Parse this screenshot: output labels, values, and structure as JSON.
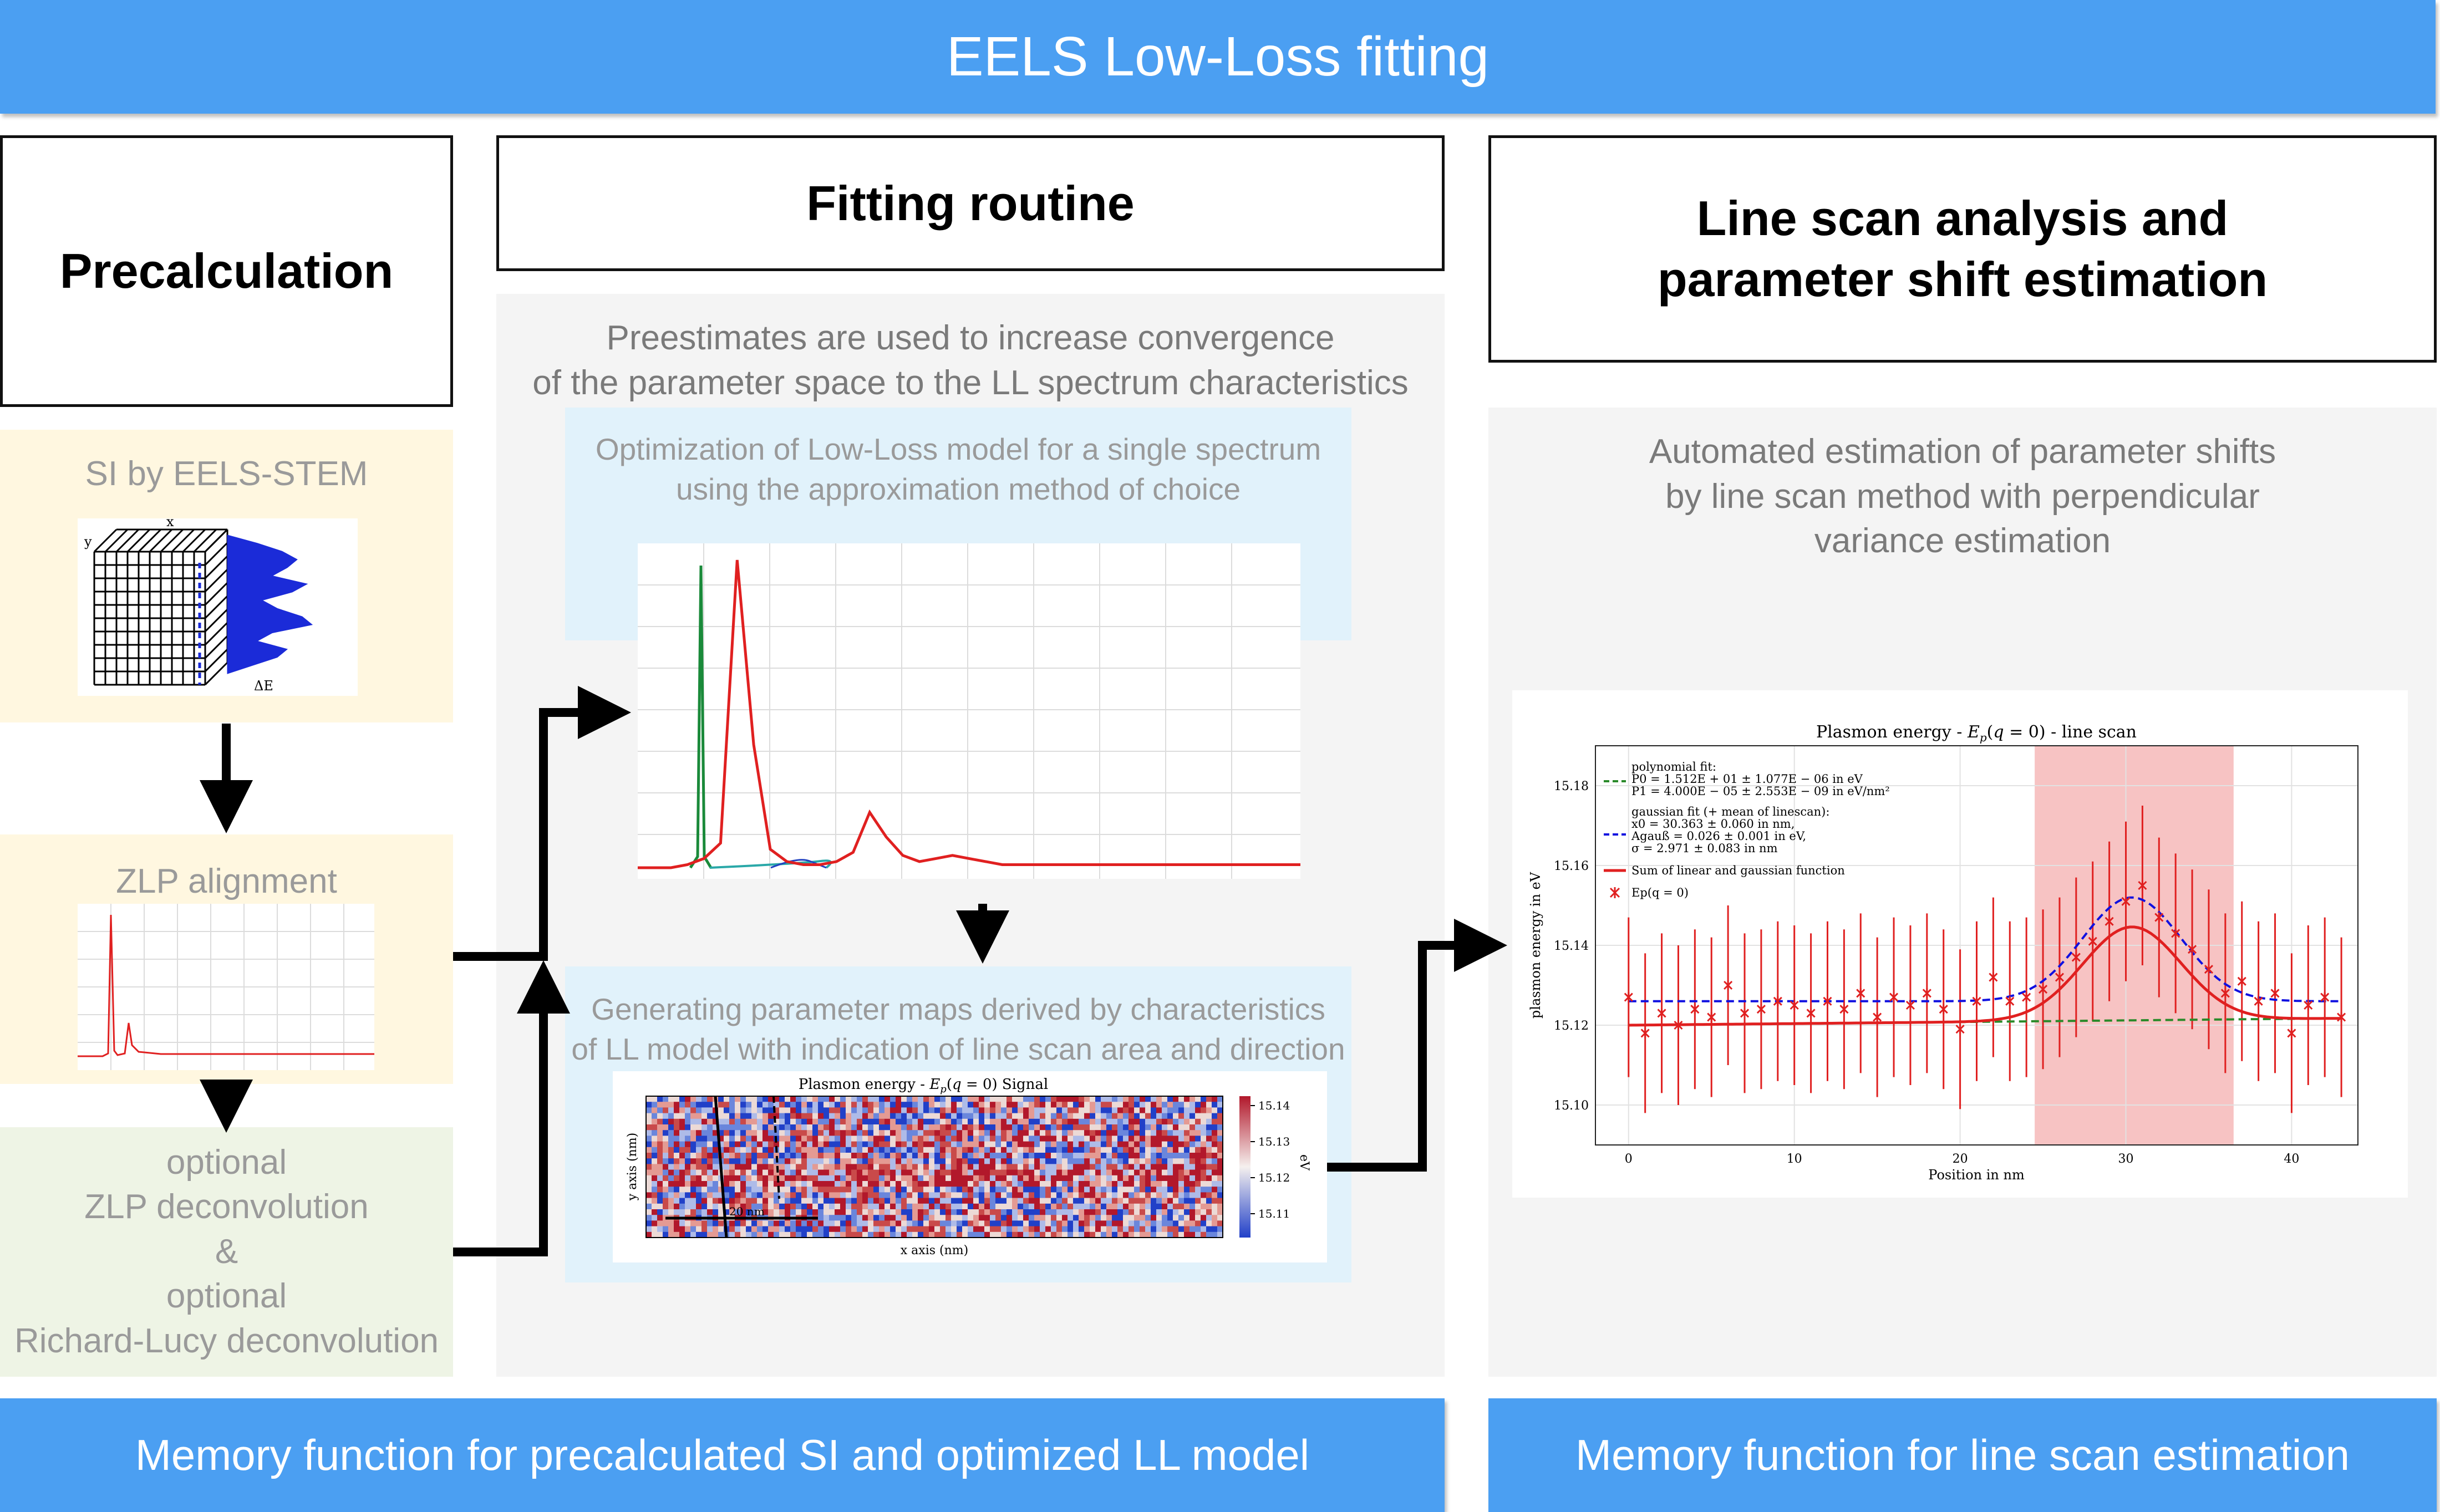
{
  "title": "EELS Low-Loss fitting",
  "columns": {
    "precalc": {
      "header": "Precalculation",
      "si_box": {
        "label": "SI by EELS-STEM",
        "x_axis": "x",
        "y_axis": "y",
        "e_axis": "ΔE"
      },
      "zlp_box": {
        "label": "ZLP alignment"
      },
      "optional_box": {
        "line1": "optional",
        "line2": "ZLP deconvolution",
        "line3": "&",
        "line4": "optional",
        "line5": "Richard-Lucy deconvolution"
      }
    },
    "fitting": {
      "header": "Fitting routine",
      "note_line1": "Preestimates are used to increase convergence",
      "note_line2": "of the parameter space to the LL spectrum characteristics",
      "opt_box": {
        "line1": "Optimization of Low-Loss model for a single spectrum",
        "line2": "using the approximation method of choice"
      },
      "map_box": {
        "line1": "Generating parameter maps derived by characteristics",
        "line2": "of LL model with indication of line scan area and direction",
        "map_title": "Plasmon energy - Ep(q = 0) Signal",
        "x_axis": "x axis (nm)",
        "y_axis": "y axis (nm)",
        "colorbar_unit": "eV",
        "colorbar_ticks": [
          "15.14",
          "15.13",
          "15.12",
          "15.11"
        ],
        "scalebar": "20 nm"
      }
    },
    "linescan": {
      "header_line1": "Line scan analysis and",
      "header_line2": "parameter shift estimation",
      "note_line1": "Automated estimation of parameter shifts",
      "note_line2": "by line scan method with perpendicular",
      "note_line3": "variance estimation",
      "legend": {
        "poly_title": "polynomial fit:",
        "poly_p0": "P0 = 1.512E + 01 ± 1.077E − 06 in eV",
        "poly_p1": "P1 = 4.000E − 05 ± 2.553E − 09 in eV/nm²",
        "gauss_title": "gaussian fit (+ mean of linescan):",
        "gauss_x0": "x0 = 30.363 ± 0.060 in nm,",
        "gauss_a": "Agauß = 0.026 ± 0.001 in eV,",
        "gauss_sigma": "σ = 2.971 ± 0.083 in nm",
        "sum_label": "Sum of linear and gaussian function",
        "data_label": "Ep(q = 0)"
      }
    }
  },
  "bottom_left": "Memory function for precalculated SI and optimized LL model",
  "bottom_right": "Memory function for line scan estimation",
  "colors": {
    "accent_bar": "#4b9ff2",
    "fit_red": "#e02020",
    "poly_green": "#2a8a2a",
    "gauss_blue": "#1010e0",
    "highlight": "#f6b8b8"
  },
  "chart_data": [
    {
      "type": "line",
      "title": "",
      "xlabel": "",
      "ylabel": "",
      "series": [
        {
          "values": [
            0,
            0,
            0,
            1,
            3,
            8,
            100,
            40,
            6,
            2,
            1,
            1,
            2,
            5,
            18,
            10,
            4,
            2,
            3,
            4,
            3,
            2,
            1,
            1,
            1,
            1,
            1,
            1,
            1,
            1,
            1,
            1,
            1,
            1,
            1,
            1,
            1,
            1,
            1,
            1,
            1
          ]
        }
      ],
      "grid": true
    },
    {
      "type": "scatter",
      "title": "Plasmon energy - Ep(q = 0) - line scan",
      "xlabel": "Position in nm",
      "ylabel": "plasmon energy in eV",
      "xlim": [
        -2,
        44
      ],
      "ylim": [
        15.09,
        15.19
      ],
      "x_ticks": [
        "0",
        "10",
        "20",
        "30",
        "40"
      ],
      "y_ticks": [
        "15.10",
        "15.12",
        "15.14",
        "15.16",
        "15.18"
      ],
      "highlight_range": [
        24.5,
        36.5
      ],
      "x": [
        0,
        1,
        2,
        3,
        4,
        5,
        6,
        7,
        8,
        9,
        10,
        11,
        12,
        13,
        14,
        15,
        16,
        17,
        18,
        19,
        20,
        21,
        22,
        23,
        24,
        25,
        26,
        27,
        28,
        29,
        30,
        31,
        32,
        33,
        34,
        35,
        36,
        37,
        38,
        39,
        40,
        41,
        42,
        43
      ],
      "points": [
        15.127,
        15.118,
        15.123,
        15.12,
        15.124,
        15.122,
        15.13,
        15.123,
        15.124,
        15.126,
        15.125,
        15.123,
        15.126,
        15.124,
        15.128,
        15.122,
        15.127,
        15.125,
        15.128,
        15.124,
        15.119,
        15.126,
        15.132,
        15.126,
        15.127,
        15.129,
        15.132,
        15.137,
        15.141,
        15.146,
        15.151,
        15.155,
        15.147,
        15.143,
        15.139,
        15.134,
        15.128,
        15.131,
        15.126,
        15.128,
        15.118,
        15.125,
        15.127,
        15.122
      ],
      "error": 0.02,
      "series": [
        {
          "name": "polynomial fit:",
          "style": "dashed",
          "color": "#2a8a2a"
        },
        {
          "name": "gaussian fit (+ mean of linescan):",
          "style": "dashed",
          "color": "#1010e0"
        },
        {
          "name": "Sum of linear and gaussian function",
          "style": "solid",
          "color": "#e02020"
        },
        {
          "name": "Ep(q = 0)",
          "style": "marker",
          "color": "#e02020"
        }
      ],
      "fit": {
        "p0": 15.12,
        "p1": 4e-05,
        "x0": 30.363,
        "a": 0.026,
        "sigma": 2.971
      },
      "grid": true
    }
  ]
}
